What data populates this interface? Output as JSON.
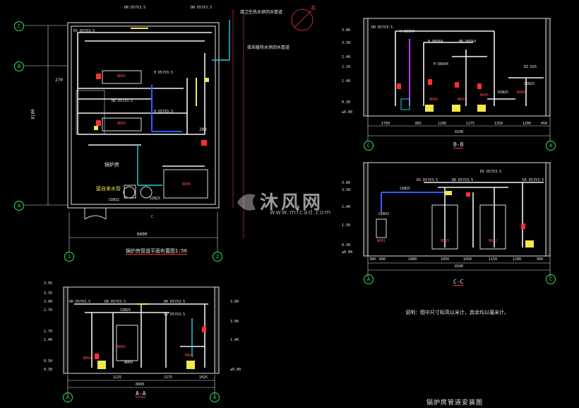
{
  "plan": {
    "title": "锅炉房管道平面布置图1:50",
    "grid_rows": [
      "C",
      "B",
      "A"
    ],
    "grid_cols": [
      "1",
      "2"
    ],
    "dim_height": "8100",
    "dim_width": "6600",
    "dim_270": "270",
    "dim_200": "200",
    "north": "北",
    "labels": {
      "room": "锅炉房",
      "incoming": "接自来水管",
      "note_top": "接卫生热水供回水管道",
      "note_mid": "接采暖热水供回水管道",
      "dr1": "DR D57X3.5",
      "dr2": "DR D57X3.5",
      "ds1": "DS D57X3.5",
      "h1": "H D57X3.5",
      "h2": "H D57X3.5",
      "hr1": "HR D57X3.5",
      "sin1": "SIN32",
      "sin2": "SIN25",
      "n1": "N002",
      "n2": "N003",
      "n3": "N006",
      "cut": "C"
    }
  },
  "section_bb": {
    "title": "B-B",
    "dims": [
      "1760",
      "865",
      "1200",
      "1275",
      "1350",
      "1200",
      "450"
    ],
    "total": "8100",
    "elevs": [
      "3.80",
      "3.30",
      "2.40",
      "2.10",
      "1.40",
      "0.30",
      "±0.00"
    ],
    "grid_left": "C",
    "grid_right": "A",
    "labels": [
      "DR D57X3.5",
      "H D89X4",
      "H D89X4",
      "HR D89X4",
      "H D89X4",
      "RI D25",
      "SIN25",
      "DIN25",
      "N006",
      "N004",
      "N007",
      "N005"
    ]
  },
  "section_cc": {
    "title": "C-C",
    "dims": [
      "300",
      "600",
      "2900",
      "1050",
      "1050",
      "1150",
      "1200",
      "900"
    ],
    "total": "8100",
    "elevs": [
      "3.80",
      "3.30",
      "2.40",
      "1.50",
      "0.30",
      "±0.00"
    ],
    "grid_left": "A",
    "grid_right": "C",
    "labels": [
      "DS D57X3.5",
      "DR D57X3.5",
      "DS D57X3.5",
      "DS D57X3.5",
      "SIN25",
      "SIN32",
      "N003",
      "N002",
      "N001"
    ]
  },
  "section_aa": {
    "title": "A-A",
    "dims": [
      "2225",
      "2175",
      "1025"
    ],
    "total": "6600",
    "elevs": [
      "3.95",
      "3.35",
      "3.00",
      "2.70",
      "1.70",
      "1.40",
      "0.50",
      "0.30"
    ],
    "elevs_right": [
      "3.80",
      "3.00",
      "1.40",
      "±0.00"
    ],
    "grid_left": "A",
    "grid_right": "A",
    "labels": [
      "DR D57X3.5",
      "DR D57X3.5",
      "SIN25",
      "DR D57X3.5",
      "DS D57X3.5",
      "N002",
      "N004",
      "N009",
      "N005"
    ]
  },
  "note": "说明：图中尺寸标高以米计，其余均以毫米计。",
  "drawing_title": "锅炉房管道安装图",
  "watermark": {
    "brand": "沐风网",
    "url": "www.mfcad.com"
  }
}
